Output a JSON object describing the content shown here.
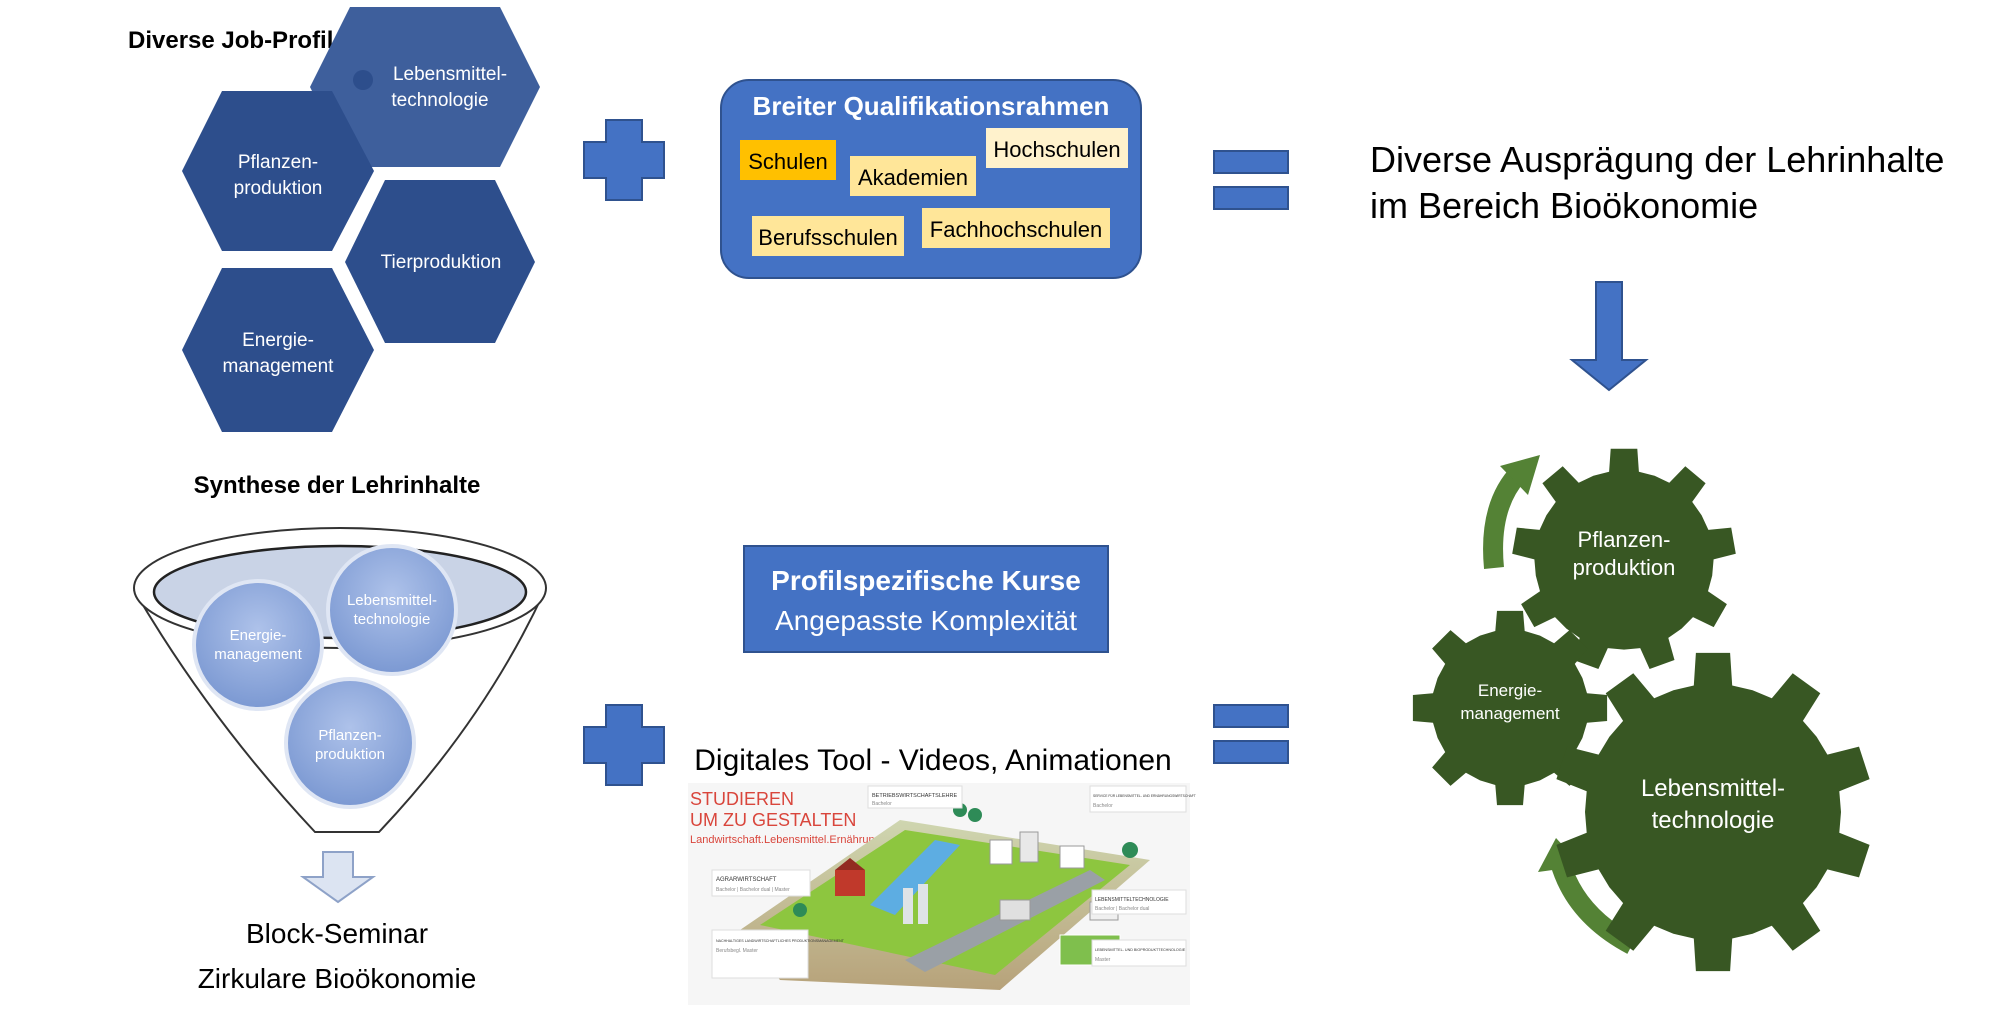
{
  "job_profiles": {
    "title": "Diverse Job-Profile",
    "items": [
      {
        "line1": "Lebensmittel-",
        "line2": "technologie"
      },
      {
        "line1": "Pflanzen-",
        "line2": "produktion"
      },
      {
        "line1": "Tierproduktion",
        "line2": ""
      },
      {
        "line1": "Energie-",
        "line2": "management"
      }
    ]
  },
  "qualification": {
    "title": "Breiter Qualifikationsrahmen",
    "tags": [
      "Schulen",
      "Akademien",
      "Hochschulen",
      "Berufsschulen",
      "Fachhochschulen"
    ]
  },
  "result_text": {
    "line1": "Diverse Ausprägung der Lehrinhalte",
    "line2": "im Bereich Bioökonomie"
  },
  "synthesis": {
    "title": "Synthese der Lehrinhalte",
    "circles": [
      {
        "line1": "Lebensmittel-",
        "line2": "technologie"
      },
      {
        "line1": "Energie-",
        "line2": "management"
      },
      {
        "line1": "Pflanzen-",
        "line2": "produktion"
      }
    ],
    "output_line1": "Block-Seminar",
    "output_line2": "Zirkulare Bioökonomie"
  },
  "profile_courses": {
    "line1": "Profilspezifische Kurse",
    "line2": "Angepasste Komplexität"
  },
  "digital_tool": {
    "title": "Digitales Tool - Videos, Animationen",
    "screenshot": {
      "headline1": "STUDIEREN",
      "headline2": "UM ZU GESTALTEN",
      "subline": "Landwirtschaft.Lebensmittel.Ernährung.",
      "cards": [
        {
          "title": "AGRARWIRTSCHAFT",
          "sub": "Bachelor | Bachelor dual | Master"
        },
        {
          "title": "NACHHALTIGES LANDWIRTSCHAFTLICHES PRODUKTIONSMANAGEMENT",
          "sub": "Berufsbegl. Master"
        },
        {
          "title": "BETRIEBSWIRTSCHAFTSLEHRE",
          "sub": "Bachelor"
        },
        {
          "title": "SERVICE FÜR LEBENSMITTEL- UND ERNÄHRUNGSWIRTSCHAFT",
          "sub": "Bachelor"
        },
        {
          "title": "LEBENSMITTELTECHNOLOGIE",
          "sub": "Bachelor | Bachelor dual"
        },
        {
          "title": "LEBENSMITTEL- UND BIOPRODUKTTECHNOLOGIE",
          "sub": "Master"
        }
      ]
    }
  },
  "gears": [
    {
      "line1": "Pflanzen-",
      "line2": "produktion"
    },
    {
      "line1": "Energie-",
      "line2": "management"
    },
    {
      "line1": "Lebensmittel-",
      "line2": "technologie"
    }
  ],
  "colors": {
    "hex_dark": "#2d4e8c",
    "hex_mid": "#3e5f9c",
    "accent_blue": "#4472c4",
    "gear_green": "#385723",
    "tag_yellow": "#ffe699",
    "tag_orange": "#ffc000"
  }
}
